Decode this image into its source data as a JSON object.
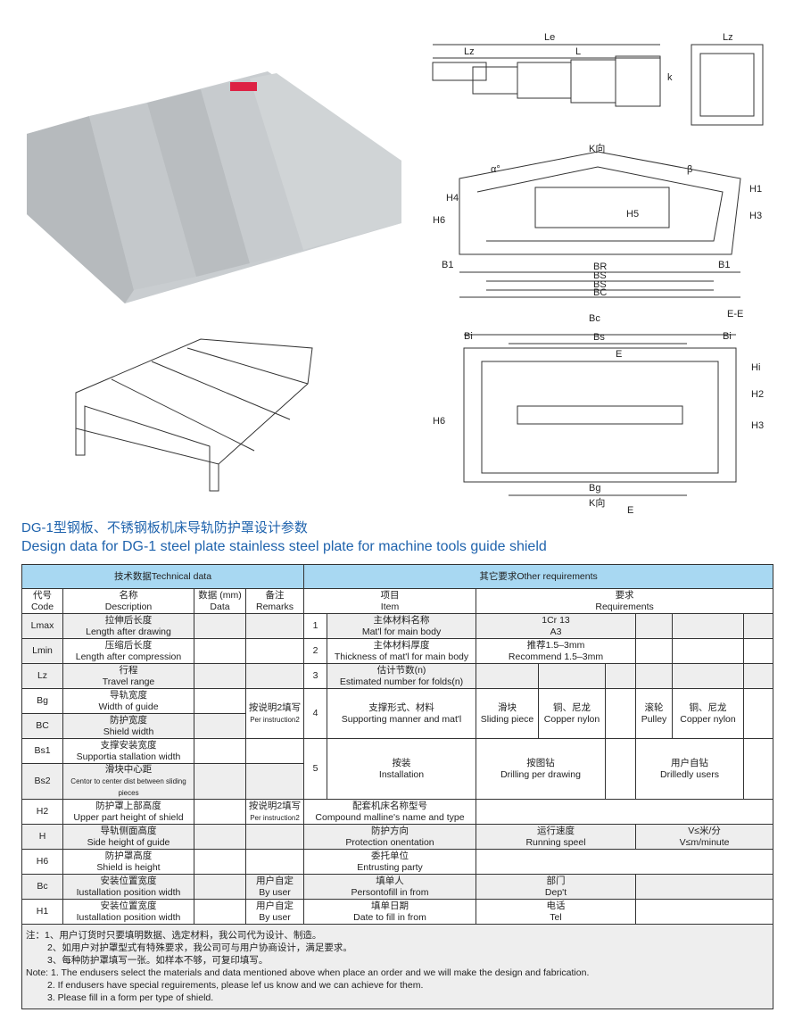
{
  "drawings": {
    "top_labels": {
      "le": "Le",
      "lz": "Lz",
      "l": "L",
      "lz2": "Lz",
      "k": "k"
    },
    "mid_labels": {
      "k_dir": "K向",
      "alpha": "α°",
      "beta": "β",
      "h4": "H4",
      "h6": "H6",
      "h5": "H5",
      "h1": "H1",
      "h3": "H3",
      "b1_left": "B1",
      "b1_right": "B1",
      "br": "BR",
      "bs1": "BS",
      "bs2": "BS",
      "bc": "BC"
    },
    "bottom_labels": {
      "bc": "Bc",
      "ee": "E-E",
      "bi_left": "Bi",
      "bs": "Bs",
      "bi_right": "Bi",
      "e_top": "E",
      "hi": "Hi",
      "h2": "H2",
      "h3": "H3",
      "h6": "H6",
      "bg": "Bg",
      "k_dir": "K向",
      "e_bottom": "E"
    }
  },
  "titles": {
    "cn": "DG-1型钢板、不锈钢板机床导轨防护罩设计参数",
    "en": "Design data for DG-1 steel plate stainless steel plate for machine tools guide shield"
  },
  "table": {
    "tech_header": "技术数据Technical data",
    "other_header": "其它要求Other requirements",
    "col_code": [
      "代号",
      "Code"
    ],
    "col_desc": [
      "名称",
      "Description"
    ],
    "col_data": [
      "数据 (mm)",
      "Data"
    ],
    "col_remarks": [
      "备注",
      "Remarks"
    ],
    "col_item": [
      "项目",
      "Item"
    ],
    "col_req": [
      "要求",
      "Requirements"
    ],
    "rows": [
      {
        "code": "Lmax",
        "cn": "拉伸后长度",
        "en": "Length after drawing"
      },
      {
        "code": "Lmin",
        "cn": "压缩后长度",
        "en": "Length after compression"
      },
      {
        "code": "Lz",
        "cn": "行程",
        "en": "Travel range"
      },
      {
        "code": "Bg",
        "cn": "导轨宽度",
        "en": "Width of guide"
      },
      {
        "code": "BC",
        "cn": "防护宽度",
        "en": "Shield width"
      },
      {
        "code": "Bs1",
        "cn": "支撑安装宽度",
        "en": "Supportia stallation width"
      },
      {
        "code": "Bs2",
        "cn": "滑块中心距",
        "en": "Centor to center dist between sliding pieces"
      },
      {
        "code": "H2",
        "cn": "防护罩上部高度",
        "en": "Upper part height of shield"
      },
      {
        "code": "H",
        "cn": "导轨侧面高度",
        "en": "Side height of guide"
      },
      {
        "code": "H6",
        "cn": "防护罩高度",
        "en": "Shield is height"
      },
      {
        "code": "Bc",
        "cn": "安装位置宽度",
        "en": "Iustallation position width"
      },
      {
        "code": "H1",
        "cn": "安装位置宽度",
        "en": "Iustallation position width"
      }
    ],
    "remark_instr": [
      "按说明2填写",
      "Per instruction2"
    ],
    "remark_user": [
      "用户自定",
      "By user"
    ],
    "items": [
      {
        "no": "1",
        "cn": "主体材料名称",
        "en": "Mat'l for main body",
        "req": [
          "1Cr  13",
          "A3"
        ]
      },
      {
        "no": "2",
        "cn": "主体材料厚度",
        "en": "Thickness of mat'l for main body",
        "req": [
          "推荐1.5–3mm",
          "Recommend 1.5–3mm"
        ]
      },
      {
        "no": "3",
        "cn": "估计节数(n)",
        "en": "Estimated number for folds(n)"
      },
      {
        "no": "4",
        "cn": "支撑形式、材料",
        "en": "Supporting manner and mat'l",
        "opts": [
          [
            "滑块",
            "Sliding piece"
          ],
          [
            "铜、尼龙",
            "Copper nylon"
          ],
          [
            "滚轮",
            "Pulley"
          ],
          [
            "铜、尼龙",
            "Copper nylon"
          ]
        ]
      },
      {
        "no": "5",
        "cn": "按装",
        "en": "Installation",
        "opts": [
          [
            "按图钻",
            "Drilling per drawing"
          ],
          [
            "用户自钻",
            "Drilledly users"
          ]
        ]
      }
    ],
    "compound": [
      "配套机床名称型号",
      "Compound malline's name and type"
    ],
    "orientation": [
      "防护方向",
      "Protection onentation"
    ],
    "speed": [
      "运行速度",
      "Running speel"
    ],
    "speed_val": [
      "V≤米/分",
      "V≤m/minute"
    ],
    "entrust": [
      "委托单位",
      "Entrusting party"
    ],
    "person": [
      "填单人",
      "Persontofill in from"
    ],
    "dept": [
      "部门",
      "Dep't"
    ],
    "date": [
      "填单日期",
      "Date to fill in from"
    ],
    "tel": [
      "电话",
      "Tel"
    ],
    "notes": [
      "注：1、用户订货时只要填明数据、选定材料，我公司代为设计、制造。",
      "2、如用户对护罩型式有特殊要求，我公司可与用户协商设计，满足要求。",
      "3、每种防护罩填写一张。如样本不够，可复印填写。",
      "Note: 1. The endusers select the materials and data mentioned above when place an order and we will make the design and fabrication.",
      "2. If endusers have special reguirements, please lef us know and we can achieve for them.",
      "3. Please fill in a form per type of shield."
    ]
  }
}
